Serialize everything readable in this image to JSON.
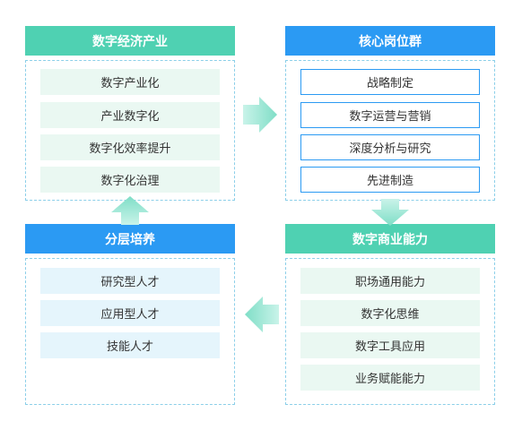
{
  "colors": {
    "green_header": "#4fd1b2",
    "blue_header": "#2b9af3",
    "mint_item": "#eaf8f2",
    "sky_item": "#e5f5fc",
    "dashed_border": "#8ccfe9",
    "arrow": "#93e5d3"
  },
  "panels": {
    "digital_industry": {
      "title": "数字经济产业",
      "items": [
        "数字产业化",
        "产业数字化",
        "数字化效率提升",
        "数字化治理"
      ]
    },
    "core_positions": {
      "title": "核心岗位群",
      "items": [
        "战略制定",
        "数字运营与营销",
        "深度分析与研究",
        "先进制造"
      ]
    },
    "digital_business_ability": {
      "title": "数字商业能力",
      "items": [
        "职场通用能力",
        "数字化思维",
        "数字工具应用",
        "业务赋能能力"
      ]
    },
    "tiered_training": {
      "title": "分层培养",
      "items": [
        "研究型人才",
        "应用型人才",
        "技能人才"
      ]
    }
  },
  "arrows": [
    "arrow-right",
    "arrow-down",
    "arrow-left",
    "arrow-up"
  ]
}
